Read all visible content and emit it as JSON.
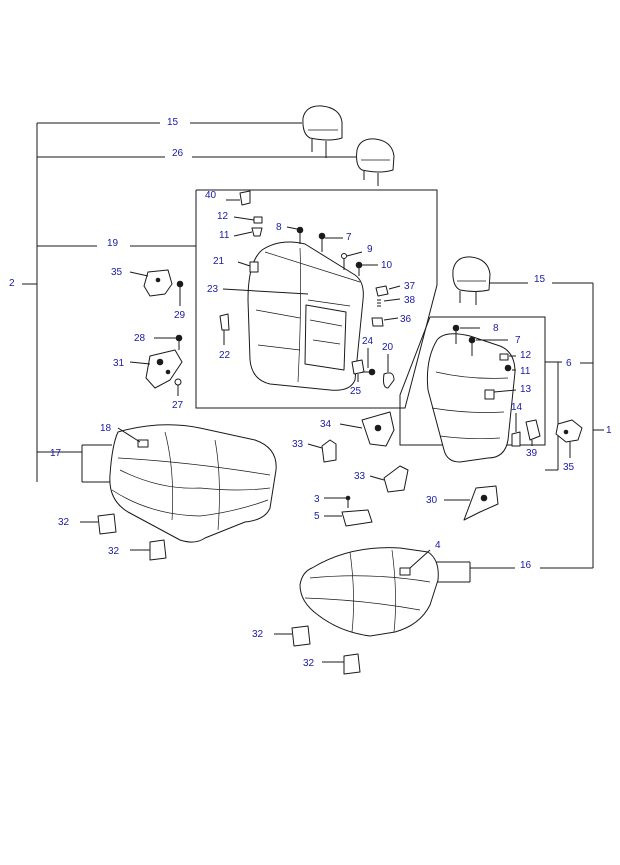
{
  "colors": {
    "callout": "#1a1aa8",
    "line": "#1a1a1a",
    "background": "#ffffff"
  },
  "callouts": {
    "c1": "1",
    "c2": "2",
    "c3": "3",
    "c4": "4",
    "c5": "5",
    "c6": "6",
    "c7a": "7",
    "c7b": "7",
    "c8a": "8",
    "c8b": "8",
    "c9": "9",
    "c10": "10",
    "c11a": "11",
    "c11b": "11",
    "c12a": "12",
    "c12b": "12",
    "c13": "13",
    "c14": "14",
    "c15a": "15",
    "c15b": "15",
    "c16": "16",
    "c17": "17",
    "c18": "18",
    "c19": "19",
    "c20": "20",
    "c21": "21",
    "c22": "22",
    "c23": "23",
    "c24": "24",
    "c25": "25",
    "c26": "26",
    "c27": "27",
    "c28": "28",
    "c29": "29",
    "c30": "30",
    "c31": "31",
    "c32a": "32",
    "c32b": "32",
    "c32c": "32",
    "c32d": "32",
    "c33a": "33",
    "c33b": "33",
    "c34": "34",
    "c35a": "35",
    "c35b": "35",
    "c36": "36",
    "c37": "37",
    "c38": "38",
    "c39": "39",
    "c40": "40"
  }
}
